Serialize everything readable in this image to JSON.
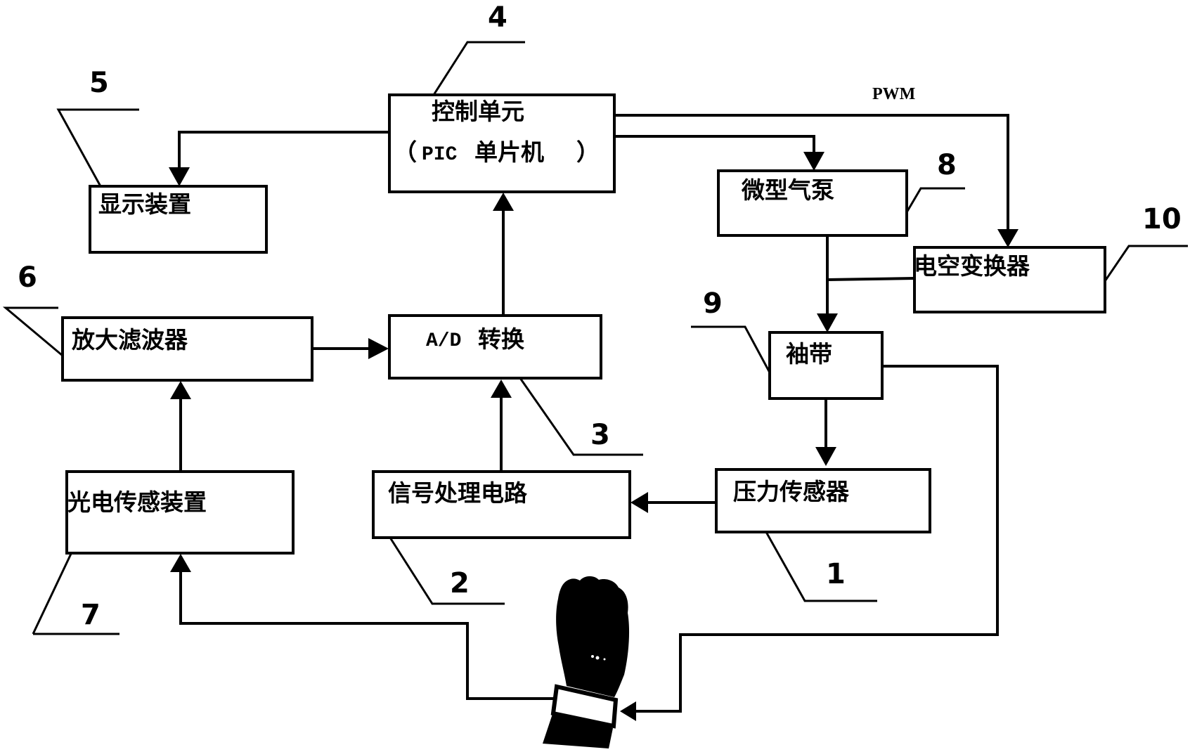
{
  "title": "Blood pressure measurement system block diagram",
  "blocks": {
    "control_unit": {
      "line1": "控制单元",
      "line2_open": "（",
      "line2_chip": "PIC",
      "line2_text": "单片机",
      "line2_close": "）",
      "ref": "4"
    },
    "display": {
      "label": "显示装置",
      "ref": "5"
    },
    "micro_pump": {
      "label": "微型气泵",
      "ref": "8"
    },
    "ep_converter": {
      "label": "电空变换器",
      "ref": "10"
    },
    "amp_filter": {
      "label": "放大滤波器",
      "ref": "6"
    },
    "ad_converter": {
      "label_prefix": "A/D",
      "label_suffix": "转换",
      "ref": "3"
    },
    "cuff": {
      "label": "袖带",
      "ref": "9"
    },
    "photo_sensor": {
      "label": "光电传感装置",
      "ref": "7"
    },
    "signal_circuit": {
      "label": "信号处理电路",
      "ref": "2"
    },
    "pressure_sensor": {
      "label": "压力传感器",
      "ref": "1"
    }
  },
  "signals": {
    "pwm": "PWM"
  },
  "connections": [
    {
      "from": "control_unit",
      "to": "display"
    },
    {
      "from": "control_unit",
      "to": "micro_pump"
    },
    {
      "from": "control_unit",
      "to": "ep_converter",
      "label": "PWM"
    },
    {
      "from": "micro_pump",
      "to": "cuff"
    },
    {
      "from": "ep_converter",
      "to": "cuff"
    },
    {
      "from": "cuff",
      "to": "pressure_sensor"
    },
    {
      "from": "cuff",
      "to": "wrist"
    },
    {
      "from": "pressure_sensor",
      "to": "signal_circuit"
    },
    {
      "from": "signal_circuit",
      "to": "ad_converter"
    },
    {
      "from": "amp_filter",
      "to": "ad_converter"
    },
    {
      "from": "ad_converter",
      "to": "control_unit"
    },
    {
      "from": "photo_sensor",
      "to": "amp_filter"
    },
    {
      "from": "wrist",
      "to": "photo_sensor"
    }
  ],
  "icons": {
    "wrist": "fist-with-wristband-icon"
  }
}
